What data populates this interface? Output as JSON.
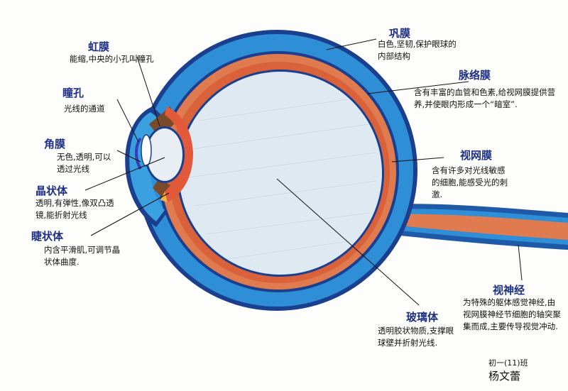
{
  "labels": {
    "gongmo": {
      "title": "巩膜",
      "desc": "白色,坚韧,保护眼球的内部结构"
    },
    "hongmo": {
      "title": "虹膜",
      "desc": "能缩,中央的小孔叫瞳孔"
    },
    "tongkong": {
      "title": "瞳孔",
      "desc": "光线的通道"
    },
    "jiaomo": {
      "title": "角膜",
      "desc": "无色,透明,可以透过光线"
    },
    "jingzhuangti": {
      "title": "晶状体",
      "desc": "透明,有弹性,像双凸透镜,能折射光线"
    },
    "jiezhuangti": {
      "title": "睫状体",
      "desc": "内含平滑肌,可调节晶状体曲度."
    },
    "mailuomo": {
      "title": "脉络膜",
      "desc": "含有丰富的血管和色素,给视网膜提供营养,并使眼内形成一个“暗室”."
    },
    "shiwangmo": {
      "title": "视网膜",
      "desc": "含有许多对光线敏感的细胞,能感受光的刺激."
    },
    "shishenjing": {
      "title": "视神经",
      "desc": "为特殊的躯体感觉神经,由视网膜神经节细胞的轴突聚集而成,主要传导视觉冲动."
    },
    "boliti": {
      "title": "玻璃体",
      "desc": "透明胶状物质,支撑眼球壁并折射光线."
    }
  },
  "signature": {
    "class_name": "初一(11)班",
    "name": "杨文蕾"
  },
  "colors": {
    "sclera": "#2e8fd6",
    "choroid": "#e07a4f",
    "retina": "#e8b3a0",
    "vitreous": "#dfe9f2",
    "ink": "#1d2f86"
  }
}
